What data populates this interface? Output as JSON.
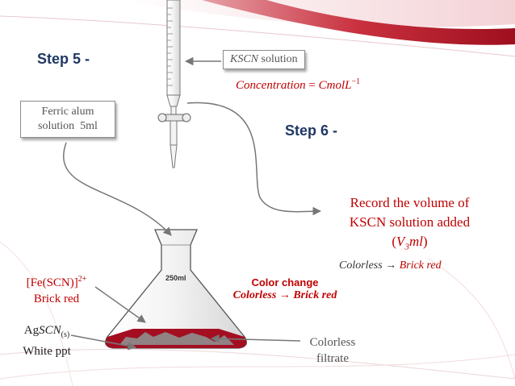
{
  "steps": {
    "step5": "Step 5 -",
    "step6": "Step 6 -"
  },
  "kscn_box": {
    "formula": "KSCN",
    "text": " solution"
  },
  "concentration": {
    "lhs": "Concentration",
    "eq": " = ",
    "rhs": "CmolL",
    "sup": "−1"
  },
  "ferric_box": {
    "line1": "Ferric alum",
    "line2": "solution  5ml"
  },
  "record": {
    "line1": "Record the volume of",
    "line2": "KSCN solution added",
    "line3_open": "(",
    "line3_v": "V",
    "line3_sub": "3",
    "line3_ml": "ml",
    "line3_close": ")"
  },
  "color_note": {
    "from": "Colorless",
    "arrow": " → ",
    "to": "Brick red"
  },
  "color_change": {
    "title": "Color change",
    "from": "Colorless",
    "arrow": " → ",
    "to": "Brick red"
  },
  "complex": {
    "formula": "[Fe(SCN)]",
    "sup": "2+",
    "desc": "Brick red"
  },
  "precipitate": {
    "ag": "Ag",
    "scn": "SCN",
    "sub": "(s)",
    "desc": "White ppt"
  },
  "filtrate": {
    "line1": "Colorless",
    "line2": "filtrate"
  },
  "flask_label": "250ml",
  "colors": {
    "accent_red": "#c00000",
    "step_blue": "#1f3864",
    "liquid": "#a30f21",
    "precipitate": "#8f8f8f"
  }
}
